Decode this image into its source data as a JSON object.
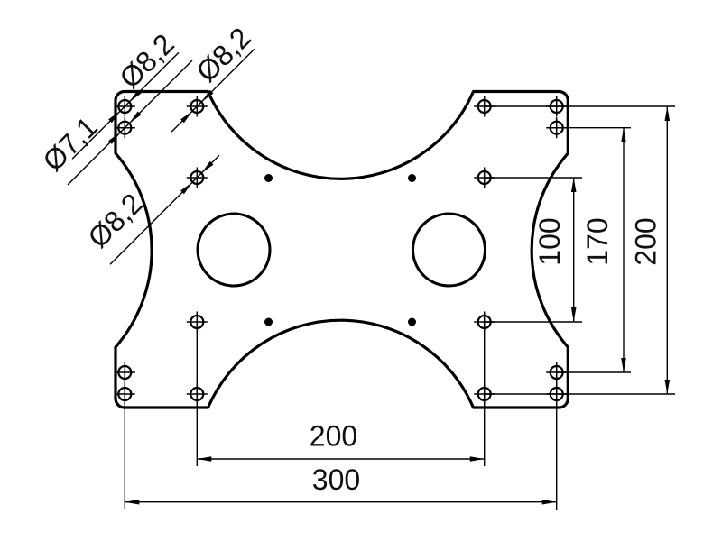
{
  "drawing": {
    "type": "technical-drawing",
    "background": "#ffffff",
    "line_color": "#000000",
    "dimensions": {
      "right_inner": "100",
      "right_middle": "170",
      "right_outer": "200",
      "bottom_inner": "200",
      "bottom_outer": "300"
    },
    "callouts": {
      "hole_top_left_outer": "Ø8,2",
      "hole_top_inner": "Ø8,2",
      "hole_left_lower": "Ø7,1",
      "hole_mid_inner": "Ø8,2"
    }
  }
}
